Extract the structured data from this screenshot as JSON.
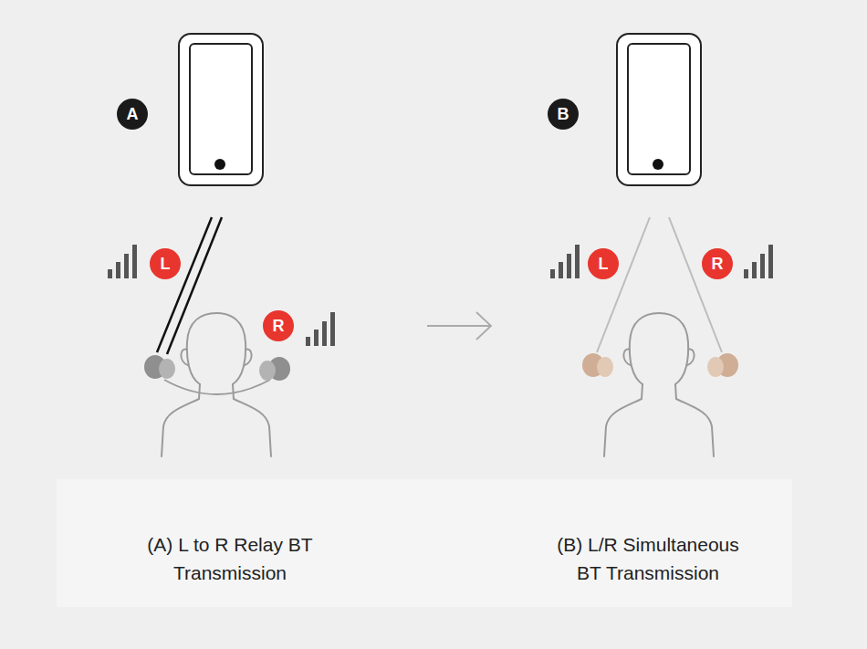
{
  "diagram": {
    "nodes": [
      {
        "text": [
          "A"
        ]
      },
      {
        "text": [
          "L"
        ]
      },
      {
        "text": [
          "R"
        ]
      },
      {
        "text": [
          "B"
        ]
      },
      {
        "text": [
          "L"
        ]
      },
      {
        "text": [
          "R"
        ]
      }
    ],
    "labels": [
      "(A) L to R Relay BT Transmission",
      "(B) L/R Simultaneous BT Transmission"
    ]
  }
}
